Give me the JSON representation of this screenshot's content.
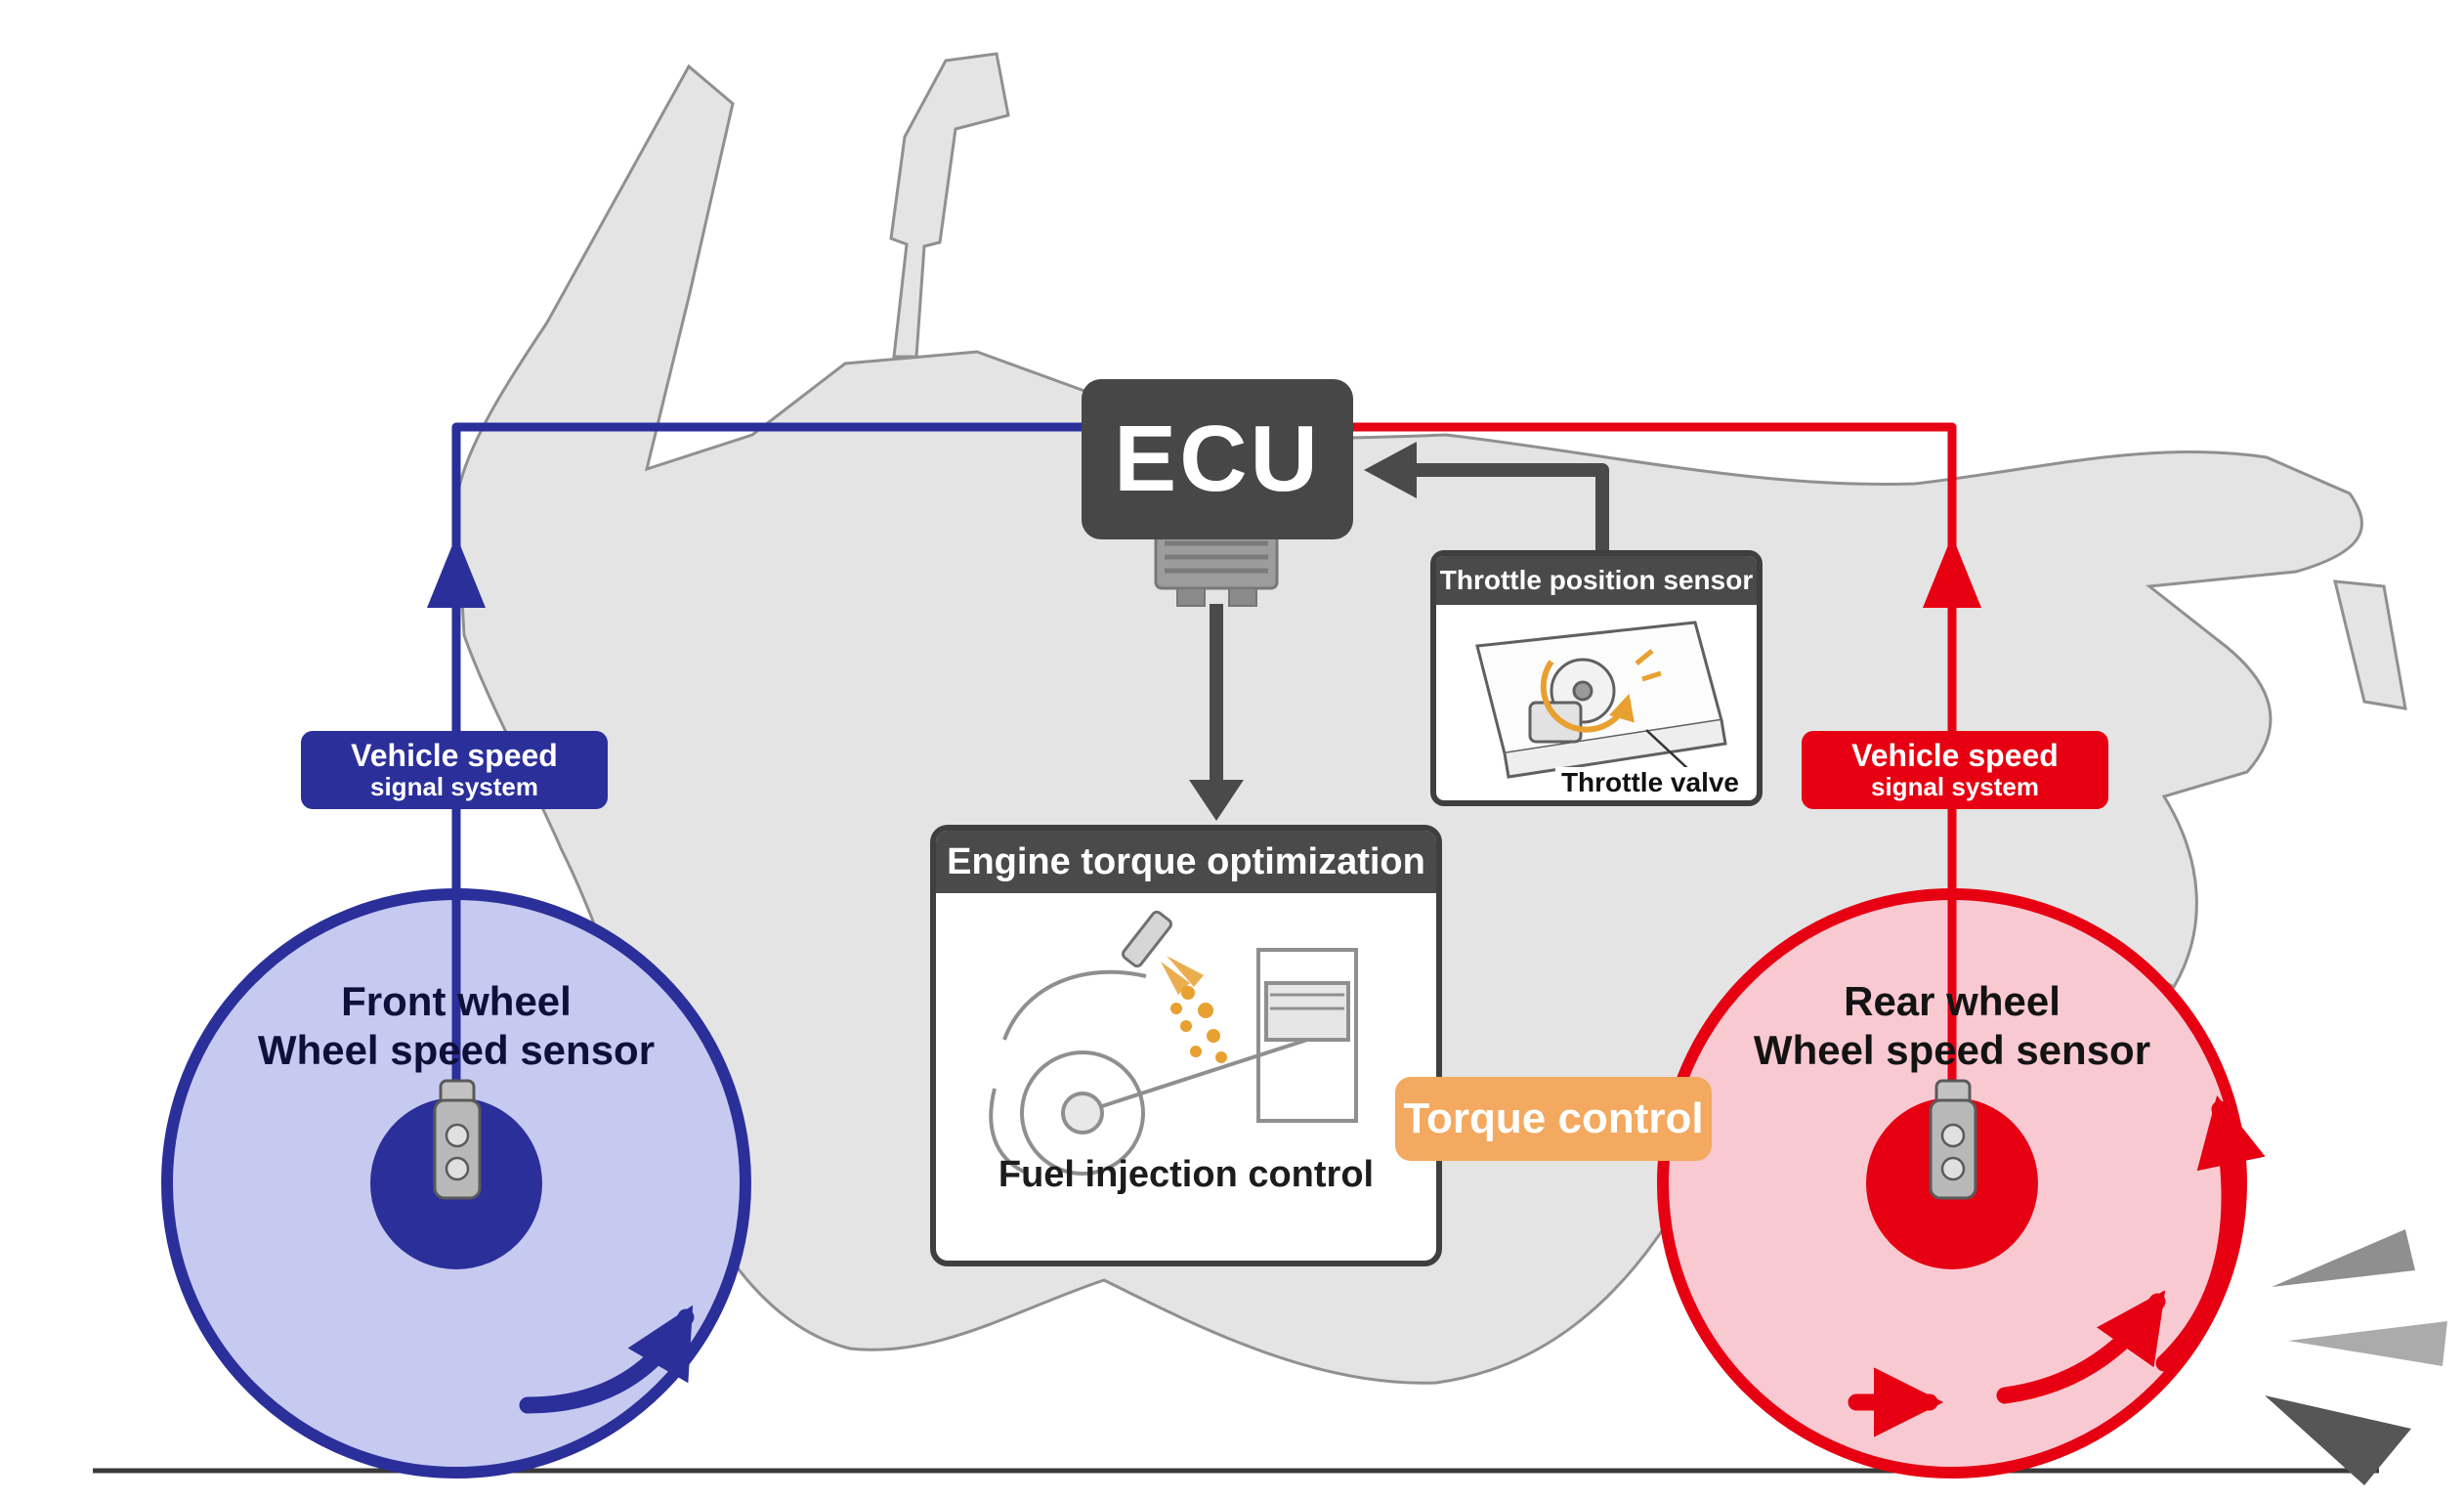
{
  "colors": {
    "front_accent": "#2b2f9a",
    "rear_accent": "#e60012",
    "panel_dark": "#4a4a4a",
    "torque_orange": "#f3a95f",
    "spray_orange": "#e8a030",
    "silhouette_gray": "#e4e4e4"
  },
  "ecu": {
    "label": "ECU"
  },
  "throttle_panel": {
    "title": "Throttle position sensor",
    "caption": "Throttle valve"
  },
  "engine_panel": {
    "title": "Engine torque optimization",
    "caption": "Fuel injection control"
  },
  "torque_badge": {
    "label": "Torque control"
  },
  "front_wheel": {
    "label_line1": "Front wheel",
    "label_line2": "Wheel speed sensor",
    "signal_line1": "Vehicle speed",
    "signal_line2": "signal system"
  },
  "rear_wheel": {
    "label_line1": "Rear wheel",
    "label_line2": "Wheel speed sensor",
    "signal_line1": "Vehicle speed",
    "signal_line2": "signal system"
  }
}
